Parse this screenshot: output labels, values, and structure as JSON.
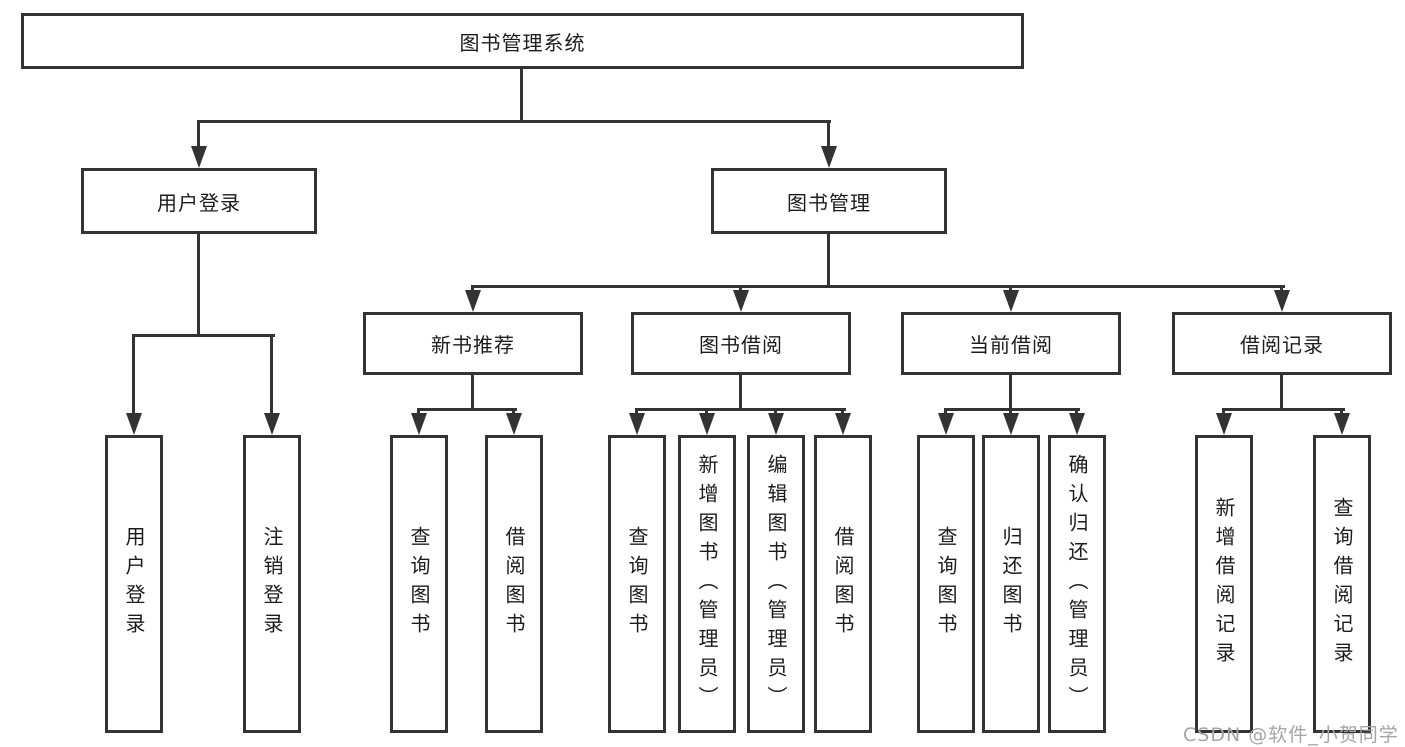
{
  "diagram": {
    "title_node": {
      "label": "图书管理系统"
    },
    "level2": [
      {
        "label": "用户登录"
      },
      {
        "label": "图书管理"
      }
    ],
    "level3": [
      {
        "label": "新书推荐"
      },
      {
        "label": "图书借阅"
      },
      {
        "label": "当前借阅"
      },
      {
        "label": "借阅记录"
      }
    ],
    "leaves": {
      "user_login": [
        {
          "label": "用户登录"
        },
        {
          "label": "注销登录"
        }
      ],
      "new_book_recommend": [
        {
          "label": "查询图书"
        },
        {
          "label": "借阅图书"
        }
      ],
      "book_borrow": [
        {
          "label": "查询图书"
        },
        {
          "label": "新增图书（管理员）"
        },
        {
          "label": "编辑图书（管理员）"
        },
        {
          "label": "借阅图书"
        }
      ],
      "current_borrow": [
        {
          "label": "查询图书"
        },
        {
          "label": "归还图书"
        },
        {
          "label": "确认归还（管理员）"
        }
      ],
      "borrow_record": [
        {
          "label": "新增借阅记录"
        },
        {
          "label": "查询借阅记录"
        }
      ]
    },
    "colors": {
      "line": "#333333",
      "text": "#1c1c1c",
      "watermark": "#a5a5a5",
      "background": "#ffffff"
    }
  },
  "watermark": {
    "text": "CSDN @软件_小贺同学"
  }
}
